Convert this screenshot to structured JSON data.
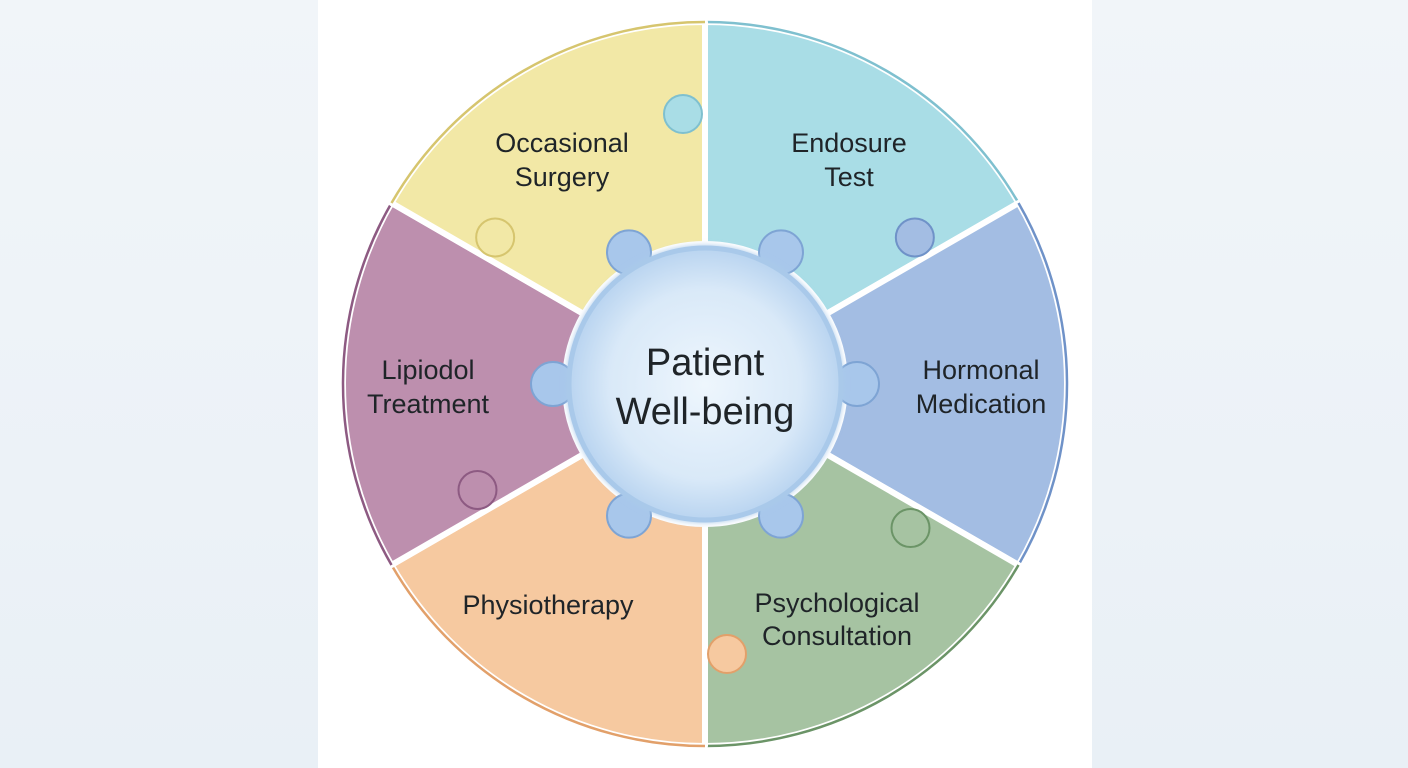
{
  "hub": {
    "line1": "Patient",
    "line2": "Well-being"
  },
  "segments": [
    {
      "line1": "Occasional",
      "line2": "Surgery",
      "fill": "#a9dde6",
      "stroke": "#7fc0cf"
    },
    {
      "line1": "Endosure",
      "line2": "Test",
      "fill": "#a3bde3",
      "stroke": "#6f92c8"
    },
    {
      "line1": "Hormonal",
      "line2": "Medication",
      "fill": "#a6c3a2",
      "stroke": "#6b9467"
    },
    {
      "line1": "Psychological",
      "line2": "Consultation",
      "fill": "#f6c9a0",
      "stroke": "#e2a06a"
    },
    {
      "line1": "Physiotherapy",
      "line2": "",
      "fill": "#bd8fae",
      "stroke": "#8d5a82"
    },
    {
      "line1": "Lipiodol",
      "line2": "Treatment",
      "fill": "#f2e8a6",
      "stroke": "#d6c56e"
    }
  ],
  "colors": {
    "hub_fill": "#d6e8f7",
    "hub_stroke": "#a9c9ea",
    "knob_fill": "#a8c7eb",
    "knob_stroke": "#7ea4d4",
    "background": "#eef3f8",
    "canvas": "#ffffff"
  }
}
